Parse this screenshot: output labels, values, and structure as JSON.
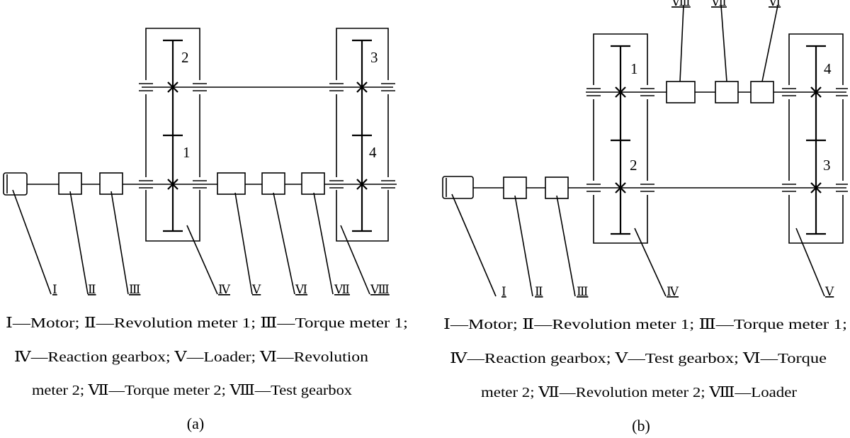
{
  "figure": {
    "a": {
      "gear_numbers": [
        "2",
        "1",
        "3",
        "4"
      ],
      "component_labels": [
        "Ⅰ",
        "Ⅱ",
        "Ⅲ",
        "Ⅳ",
        "Ⅴ",
        "Ⅵ",
        "Ⅶ",
        "Ⅷ"
      ],
      "caption_lines": [
        "Ⅰ—Motor; Ⅱ—Revolution meter 1; Ⅲ—Torque meter 1;",
        "Ⅳ—Reaction gearbox; Ⅴ—Loader; Ⅵ—Revolution",
        "meter 2; Ⅶ—Torque meter 2; Ⅷ—Test gearbox"
      ],
      "sublabel": "(a)"
    },
    "b": {
      "gear_numbers": [
        "1",
        "2",
        "4",
        "3"
      ],
      "component_labels": [
        "Ⅰ",
        "Ⅱ",
        "Ⅲ",
        "Ⅳ",
        "Ⅴ"
      ],
      "top_labels": [
        "Ⅷ",
        "Ⅶ",
        "Ⅵ"
      ],
      "caption_lines": [
        "Ⅰ—Motor; Ⅱ—Revolution meter 1; Ⅲ—Torque meter 1;",
        "Ⅳ—Reaction gearbox; Ⅴ—Test gearbox; Ⅵ—Torque",
        "meter 2; Ⅶ—Revolution meter 2; Ⅷ—Loader"
      ],
      "sublabel": "(b)"
    }
  }
}
